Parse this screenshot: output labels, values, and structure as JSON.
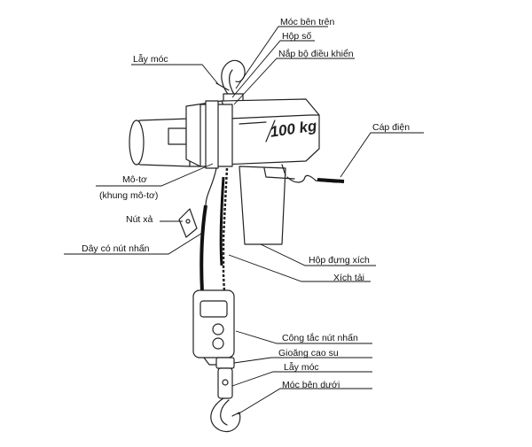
{
  "diagram": {
    "device_marking": "100 kg",
    "labels": {
      "moc_ben_tren": "Móc bên trên",
      "hop_so": "Hộp số",
      "nap_bo_dieu_khien": "Nắp bộ điều khiển",
      "lay_moc_top": "Lẫy móc",
      "cap_dien": "Cáp điện",
      "mo_to": "Mô-tơ",
      "khung_mo_to": "(khung mô-tơ)",
      "nut_xa": "Nút xả",
      "day_co_nut_nhan": "Dây có nút nhấn",
      "hop_dung_xich": "Hộp đựng xích",
      "xich_tai": "Xích tải",
      "cong_tac_nut_nhan": "Công tắc nút nhấn",
      "gioang_cao_su": "Gioăng cao su",
      "lay_moc_bottom": "Lẫy móc",
      "moc_ben_duoi": "Móc bên dưới"
    }
  }
}
